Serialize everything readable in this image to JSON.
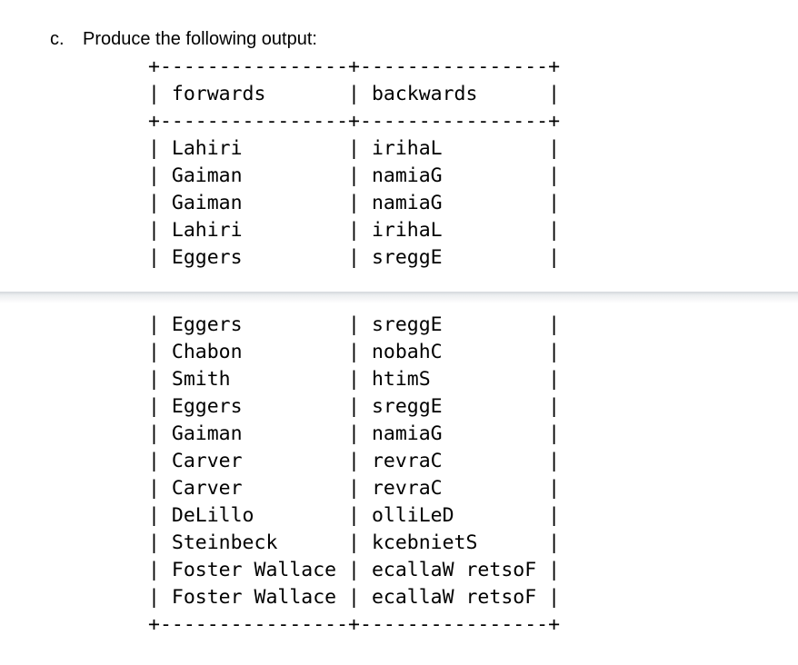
{
  "document": {
    "background_color": "#ffffff",
    "text_color": "#000000",
    "exercise": {
      "marker": "c.",
      "prompt": "Produce the following output:"
    },
    "ascii_table": {
      "column_headers": [
        "forwards",
        "backwards"
      ],
      "cell_inner_width": 16,
      "rows_in_first_block": 5,
      "rows": [
        [
          "Lahiri",
          "irihaL"
        ],
        [
          "Gaiman",
          "namiaG"
        ],
        [
          "Gaiman",
          "namiaG"
        ],
        [
          "Lahiri",
          "irihaL"
        ],
        [
          "Eggers",
          "sreggE"
        ],
        [
          "Eggers",
          "sreggE"
        ],
        [
          "Chabon",
          "nobahC"
        ],
        [
          "Smith",
          "htimS"
        ],
        [
          "Eggers",
          "sreggE"
        ],
        [
          "Gaiman",
          "namiaG"
        ],
        [
          "Carver",
          "revraC"
        ],
        [
          "Carver",
          "revraC"
        ],
        [
          "DeLillo",
          "olliLeD"
        ],
        [
          "Steinbeck",
          "kcebnietS"
        ],
        [
          "Foster Wallace",
          "ecallaW retsoF"
        ],
        [
          "Foster Wallace",
          "ecallaW retsoF"
        ]
      ]
    },
    "page_break": {
      "top_line_color": "#d3d7db",
      "mid_color": "#eceef0",
      "fade_to_color": "#ffffff"
    }
  }
}
